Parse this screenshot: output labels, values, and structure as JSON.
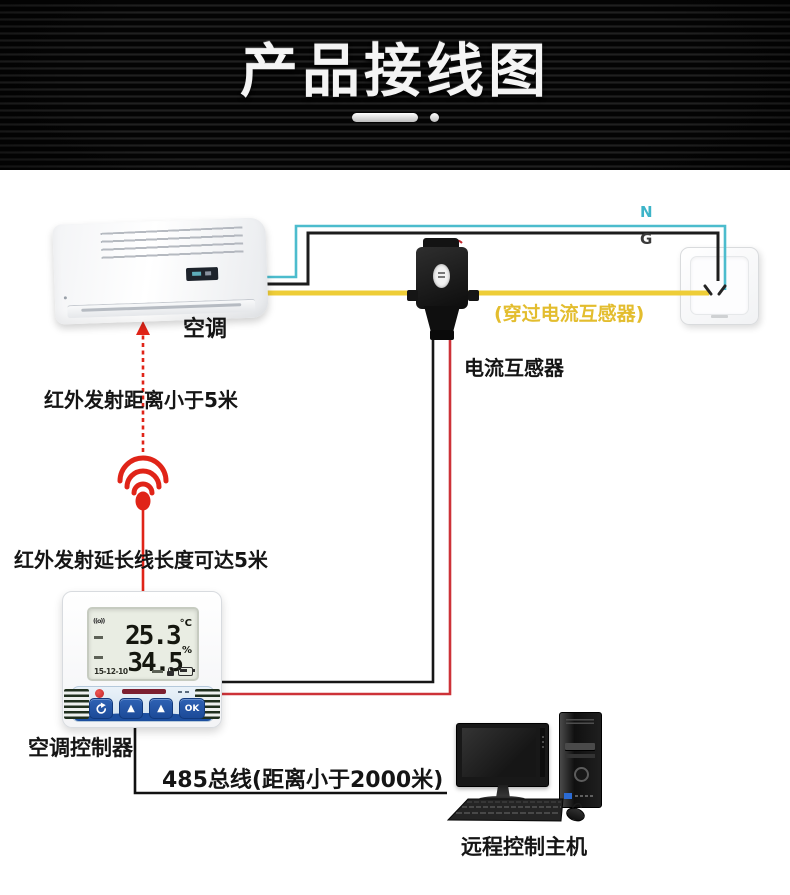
{
  "header": {
    "title": "产品接线图"
  },
  "labels": {
    "ac": "空调",
    "current_transformer": "电流互感器",
    "ct_note": "(穿过电流互感器)",
    "wire_n": "N",
    "wire_g": "G",
    "ir_distance": "红外发射距离小于5米",
    "ir_extension": "红外发射延长线长度可达5米",
    "controller": "空调控制器",
    "bus": "485总线(距离小于2000米)",
    "remote_host": "远程控制主机"
  },
  "controller_lcd": {
    "temperature": "25.3",
    "temperature_unit": "°C",
    "humidity": "34.5",
    "humidity_unit": "%",
    "date": "15-12-10",
    "signal_icon_text": "((o))"
  },
  "controller_panel": {
    "ok_label": "OK",
    "up_label": "▲"
  },
  "colors": {
    "wire_neutral_cyan": "#4cbccd",
    "wire_ground_black": "#1d1d1d",
    "wire_live_yellow": "#eecd37",
    "wire_red": "#cd3238",
    "signal_red": "#e02418",
    "note_gold": "#e3bd2e",
    "panel_blue": "#1d4f9f",
    "header_bg": "#0a0a0a"
  }
}
